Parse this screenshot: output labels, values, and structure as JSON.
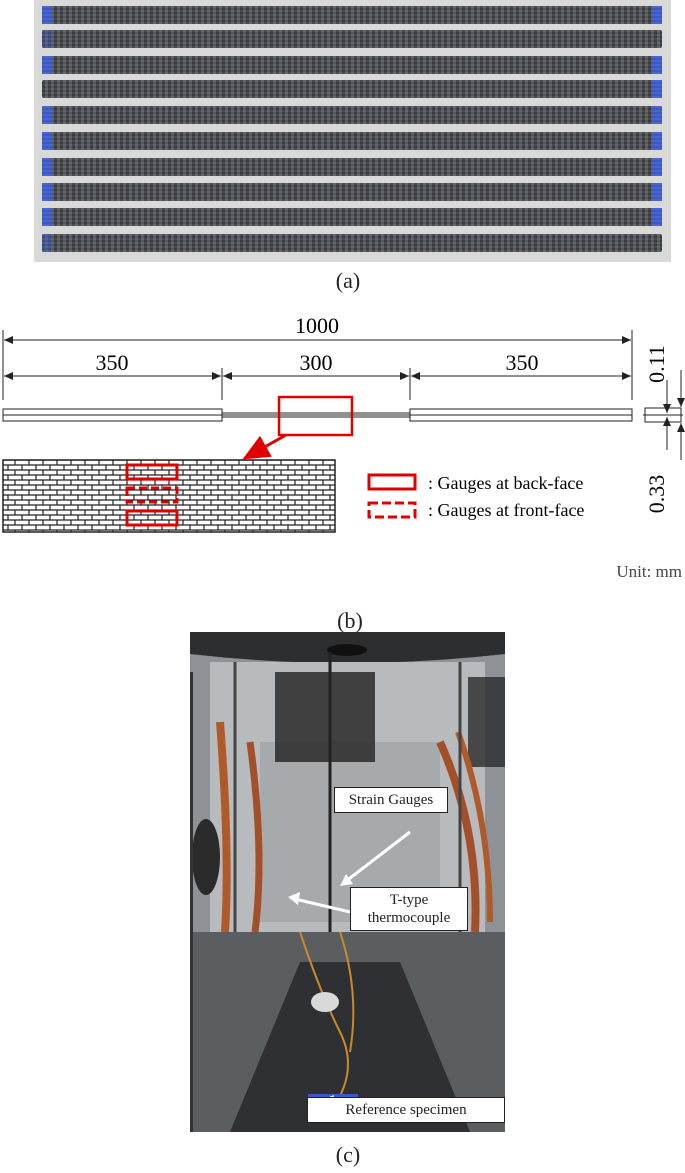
{
  "panels": {
    "a": {
      "label": "(a)"
    },
    "b": {
      "label": "(b)"
    },
    "c": {
      "label": "(c)"
    }
  },
  "drawing": {
    "total_length": "1000",
    "tab_left": "350",
    "gauge_section": "300",
    "tab_right": "350",
    "thickness_top": "0.11",
    "thickness_bottom": "0.33",
    "legend_back": ": Gauges at back-face",
    "legend_front": ": Gauges at front-face",
    "unit": "Unit: mm",
    "colors": {
      "gauge": "#e00000",
      "line": "#222222"
    }
  },
  "photo_c": {
    "callout_strain": "Strain Gauges",
    "callout_thermo_line1": "T-type",
    "callout_thermo_line2": "thermocouple",
    "callout_reference": "Reference specimen"
  }
}
